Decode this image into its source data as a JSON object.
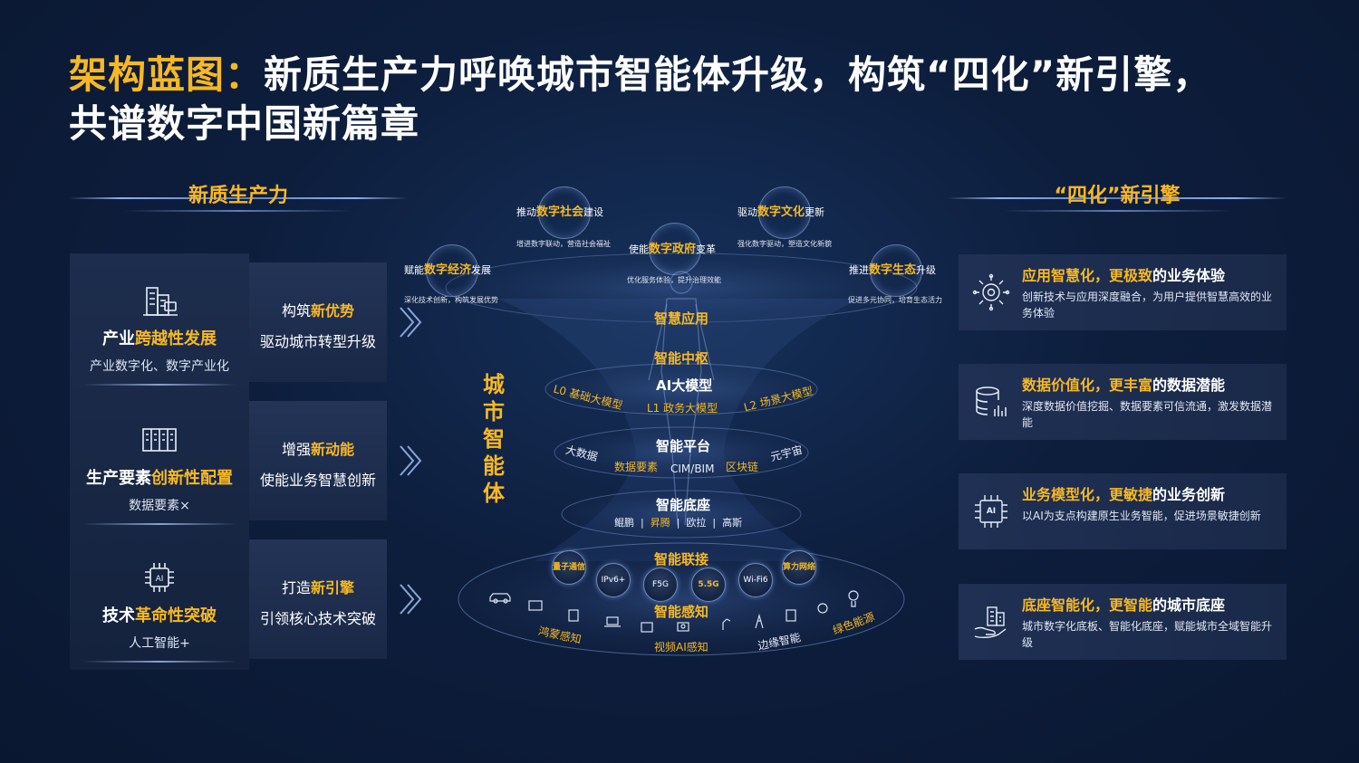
{
  "title": {
    "line1_prefix": "架构蓝图：",
    "line1_rest": "新质生产力呼唤城市智能体升级，构筑“四化”新引擎，",
    "line2": "共谱数字中国新篇章"
  },
  "left": {
    "header": "新质生产力",
    "items": [
      {
        "icon": "building-icon",
        "title_pre": "产业",
        "title_hl": "跨越性发展",
        "title_post": "",
        "sub": "产业数字化、数字产业化"
      },
      {
        "icon": "server-icon",
        "title_pre": "生产要素",
        "title_hl": "创新性配置",
        "title_post": "",
        "sub": "数据要素×"
      },
      {
        "icon": "ai-chip-icon",
        "title_pre": "技术",
        "title_hl": "革命性突破",
        "title_post": "",
        "sub": "人工智能+"
      }
    ],
    "drivers": [
      {
        "a_pre": "构筑",
        "a_hl": "新优势",
        "b": "驱动城市转型升级"
      },
      {
        "a_pre": "增强",
        "a_hl": "新动能",
        "b": "使能业务智慧创新"
      },
      {
        "a_pre": "打造",
        "a_hl": "新引擎",
        "b": "引领核心技术突破"
      }
    ]
  },
  "right": {
    "header": "“四化”新引擎",
    "items": [
      {
        "icon": "gear-eye-icon",
        "t_hl": "应用智慧化，更极致",
        "t_post": "的业务体验",
        "desc": "创新技术与应用深度融合，为用户提供智慧高效的业务体验"
      },
      {
        "icon": "database-icon",
        "t_hl": "数据价值化，更丰富",
        "t_post": "的数据潜能",
        "desc": "深度数据价值挖掘、数据要素可信流通，激发数据潜能"
      },
      {
        "icon": "ai-kunpeng-icon",
        "t_hl": "业务模型化，更敏捷",
        "t_post": "的业务创新",
        "desc": "以AI为支点构建原生业务智能，促进场景敏捷创新"
      },
      {
        "icon": "hand-building-icon",
        "t_hl": "底座智能化，更智能",
        "t_post": "的城市底座",
        "desc": "城市数字化底板、智能化底座，赋能城市全域智能升级"
      }
    ]
  },
  "center": {
    "vertical_label": "城市智能体",
    "goals": [
      {
        "pre": "推动",
        "hl": "数字社会",
        "post": "建设",
        "desc": "增进数字联动，营造社会福祉"
      },
      {
        "pre": "驱动",
        "hl": "数字文化",
        "post": "更新",
        "desc": "强化数字驱动，塑造文化新貌"
      },
      {
        "pre": "使能",
        "hl": "数字政府",
        "post": "变革",
        "desc": "优化服务体验，提升治理效能"
      },
      {
        "pre": "赋能",
        "hl": "数字经济",
        "post": "发展",
        "desc": "深化技术创新，构筑发展优势"
      },
      {
        "pre": "推进",
        "hl": "数字生态",
        "post": "升级",
        "desc": "促进多元协同，培育生态活力"
      }
    ],
    "layers": {
      "app": "智慧应用",
      "hub": "智能中枢",
      "ai_model": "AI大模型",
      "l0": "L0 基础大模型",
      "l1": "L1 政务大模型",
      "l2": "L2 场景大模型",
      "platform": "智能平台",
      "bigdata": "大数据",
      "data_elem": "数据要素",
      "cim": "CIM/BIM",
      "blockchain": "区块链",
      "metaverse": "元宇宙",
      "base": "智能底座",
      "base_items": [
        "鲲鹏",
        "昇腾",
        "欧拉",
        "高斯"
      ],
      "connect": "智能联接",
      "connect_items": [
        "量子通信",
        "IPv6+",
        "F5G",
        "5.5G",
        "Wi-Fi6",
        "算力网络"
      ],
      "sense": "智能感知",
      "sense_labels": [
        "鸿蒙感知",
        "视频AI感知",
        "边缘智能",
        "绿色能源"
      ]
    }
  },
  "colors": {
    "accent": "#f7b824",
    "bg": "#0d1e3d",
    "card": "#1c2c4c"
  }
}
